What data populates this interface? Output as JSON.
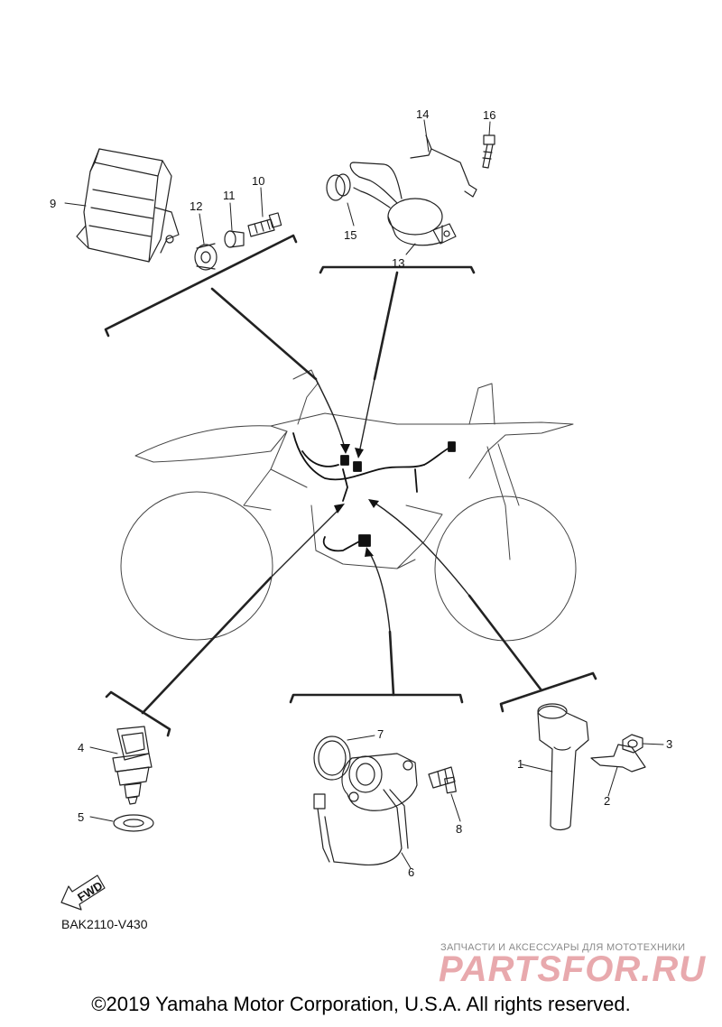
{
  "diagram": {
    "callouts": {
      "c1": "1",
      "c2": "2",
      "c3": "3",
      "c4": "4",
      "c5": "5",
      "c6": "6",
      "c7": "7",
      "c8": "8",
      "c9": "9",
      "c10": "10",
      "c11": "11",
      "c12": "12",
      "c13": "13",
      "c14": "14",
      "c15": "15",
      "c16": "16"
    },
    "drawing_code": "BAK2110-V430",
    "fwd_arrow": "FWD"
  },
  "watermark": {
    "tagline": "ЗАПЧАСТИ И АКСЕССУАРЫ ДЛЯ МОТОТЕХНИКИ",
    "brand": "PARTSFOR.RU"
  },
  "footer": {
    "copyright": "©2019 Yamaha Motor Corporation, U.S.A. All rights reserved."
  }
}
